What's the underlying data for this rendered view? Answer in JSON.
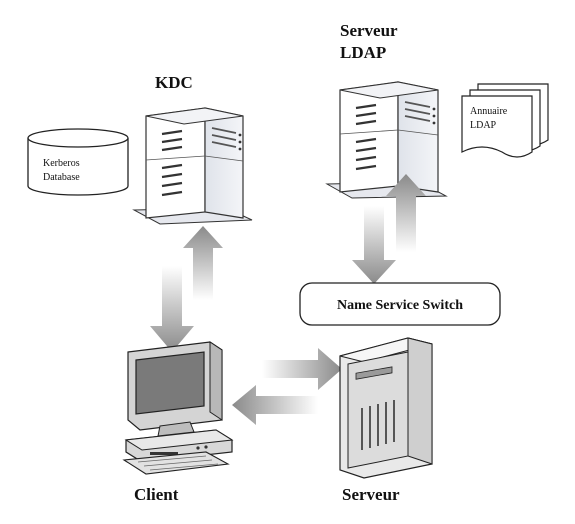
{
  "labels": {
    "kdc": "KDC",
    "serveur_ldap_line1": "Serveur",
    "serveur_ldap_line2": "LDAP",
    "client": "Client",
    "serveur": "Serveur"
  },
  "kerberos_db": {
    "line1": "Kerberos",
    "line2": "Database"
  },
  "annuaire": {
    "line1": "Annuaire",
    "line2": "LDAP"
  },
  "nss": {
    "label": "Name Service Switch"
  },
  "icons": {
    "kdc": "server-tower-icon",
    "ldap": "server-tower-icon",
    "db": "database-cylinder-icon",
    "docs": "document-stack-icon",
    "client": "desktop-computer-icon",
    "serveur": "server-case-icon"
  }
}
